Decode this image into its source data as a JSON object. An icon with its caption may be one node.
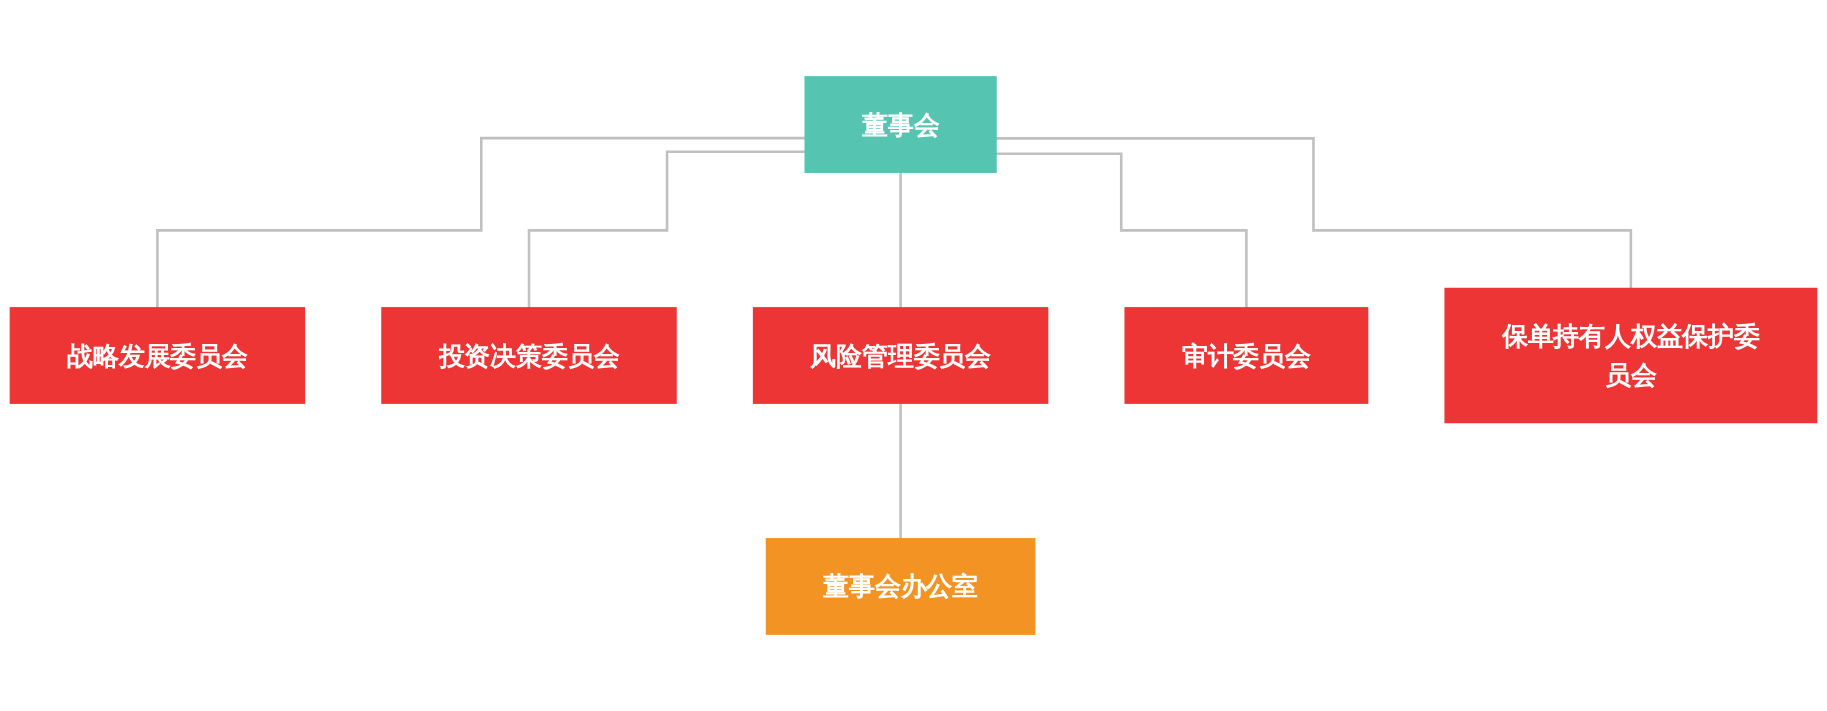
{
  "diagram": {
    "nodes": [
      {
        "text": [
          "董事会"
        ]
      },
      {
        "text": [
          "战略发展委员会"
        ]
      },
      {
        "text": [
          "投资决策委员会"
        ]
      },
      {
        "text": [
          "风险管理委员会"
        ]
      },
      {
        "text": [
          "审计委员会"
        ]
      },
      {
        "text": [
          "保单持有人权益保护委员会"
        ]
      },
      {
        "text": [
          "董事会办公室"
        ]
      }
    ],
    "edges": [
      {
        "from": 0,
        "to": 1,
        "arrow": "none"
      },
      {
        "from": 0,
        "to": 2,
        "arrow": "none"
      },
      {
        "from": 0,
        "to": 3,
        "arrow": "none"
      },
      {
        "from": 0,
        "to": 4,
        "arrow": "none"
      },
      {
        "from": 0,
        "to": 5,
        "arrow": "none"
      },
      {
        "from": 3,
        "to": 6,
        "arrow": "none"
      }
    ]
  }
}
